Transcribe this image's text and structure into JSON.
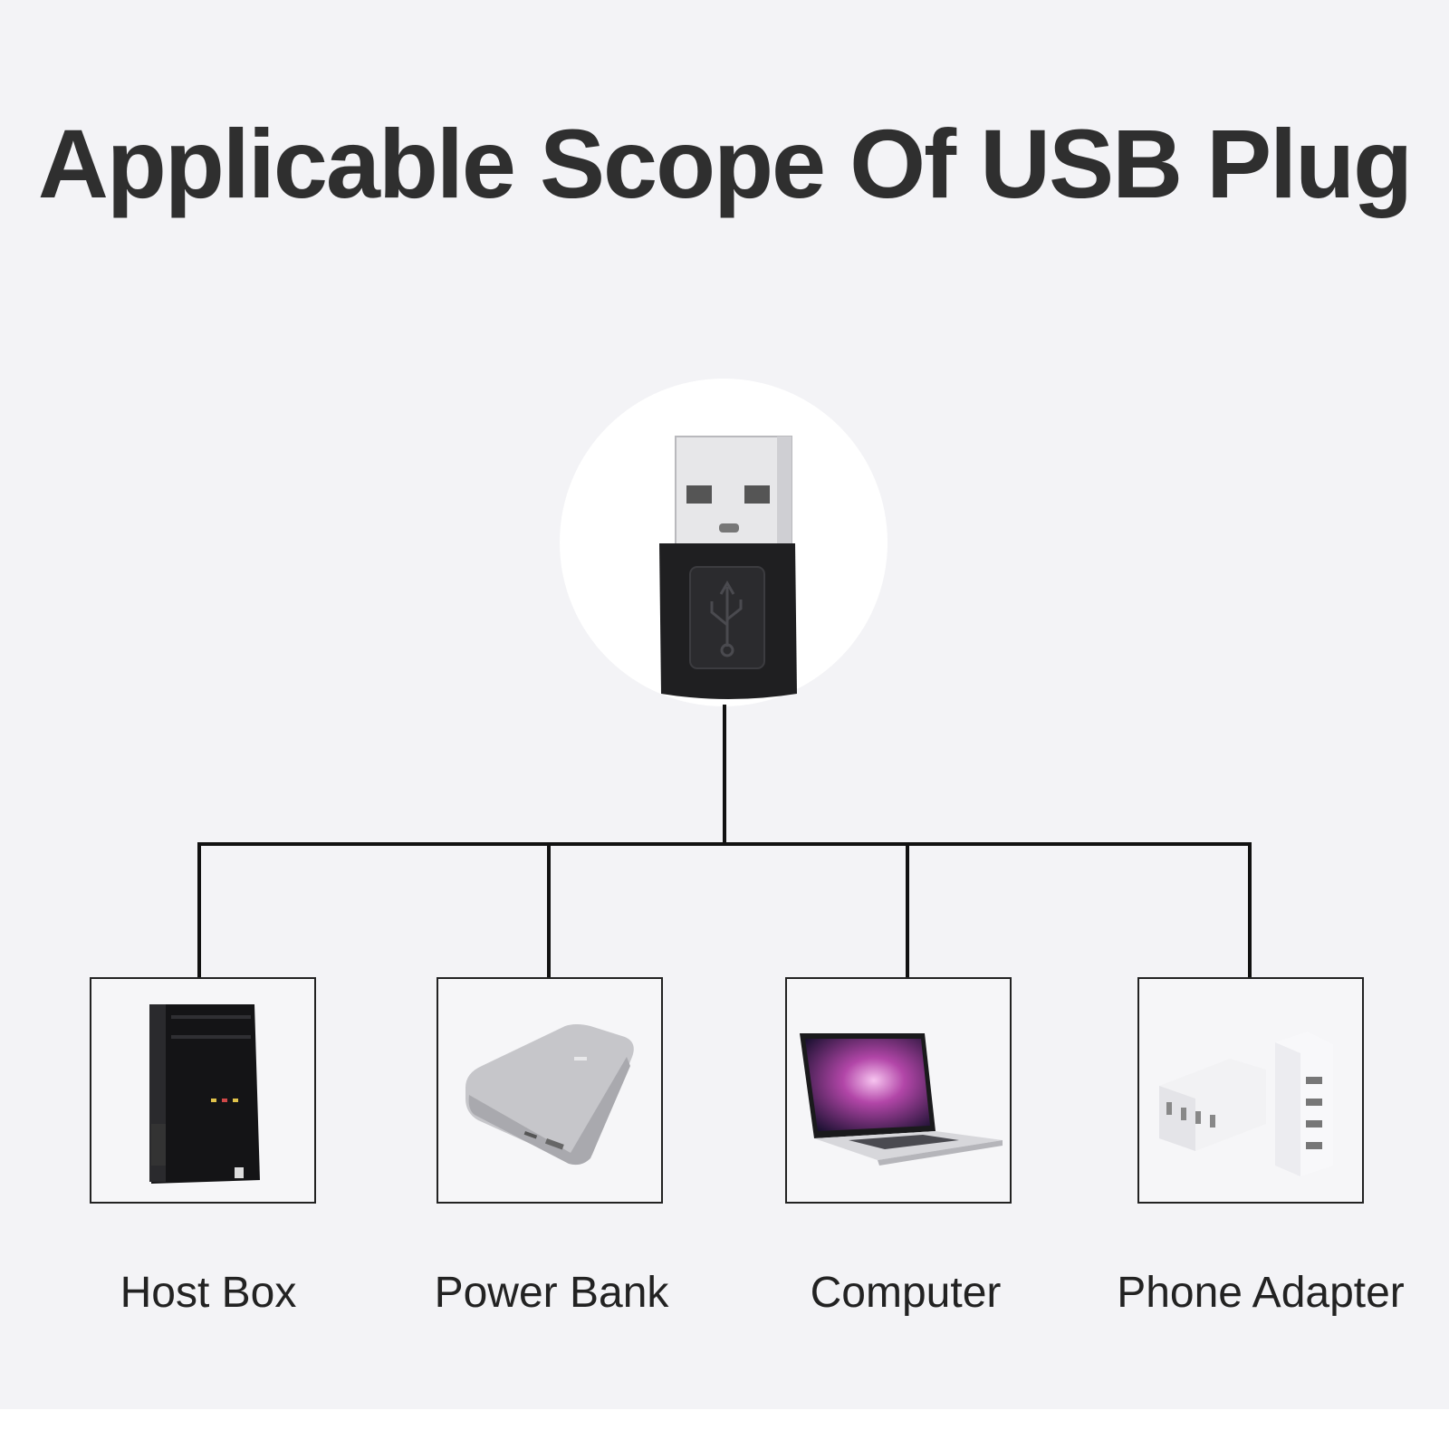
{
  "title": "Applicable Scope Of USB Plug",
  "center_device": {
    "icon": "usb-plug-icon"
  },
  "devices": [
    {
      "label": "Host Box",
      "icon": "host-box-icon"
    },
    {
      "label": "Power Bank",
      "icon": "power-bank-icon"
    },
    {
      "label": "Computer",
      "icon": "laptop-icon"
    },
    {
      "label": "Phone Adapter",
      "icon": "usb-charger-icon"
    }
  ],
  "colors": {
    "background": "#f3f3f6",
    "line": "#111111",
    "title": "#2f2f2f"
  }
}
